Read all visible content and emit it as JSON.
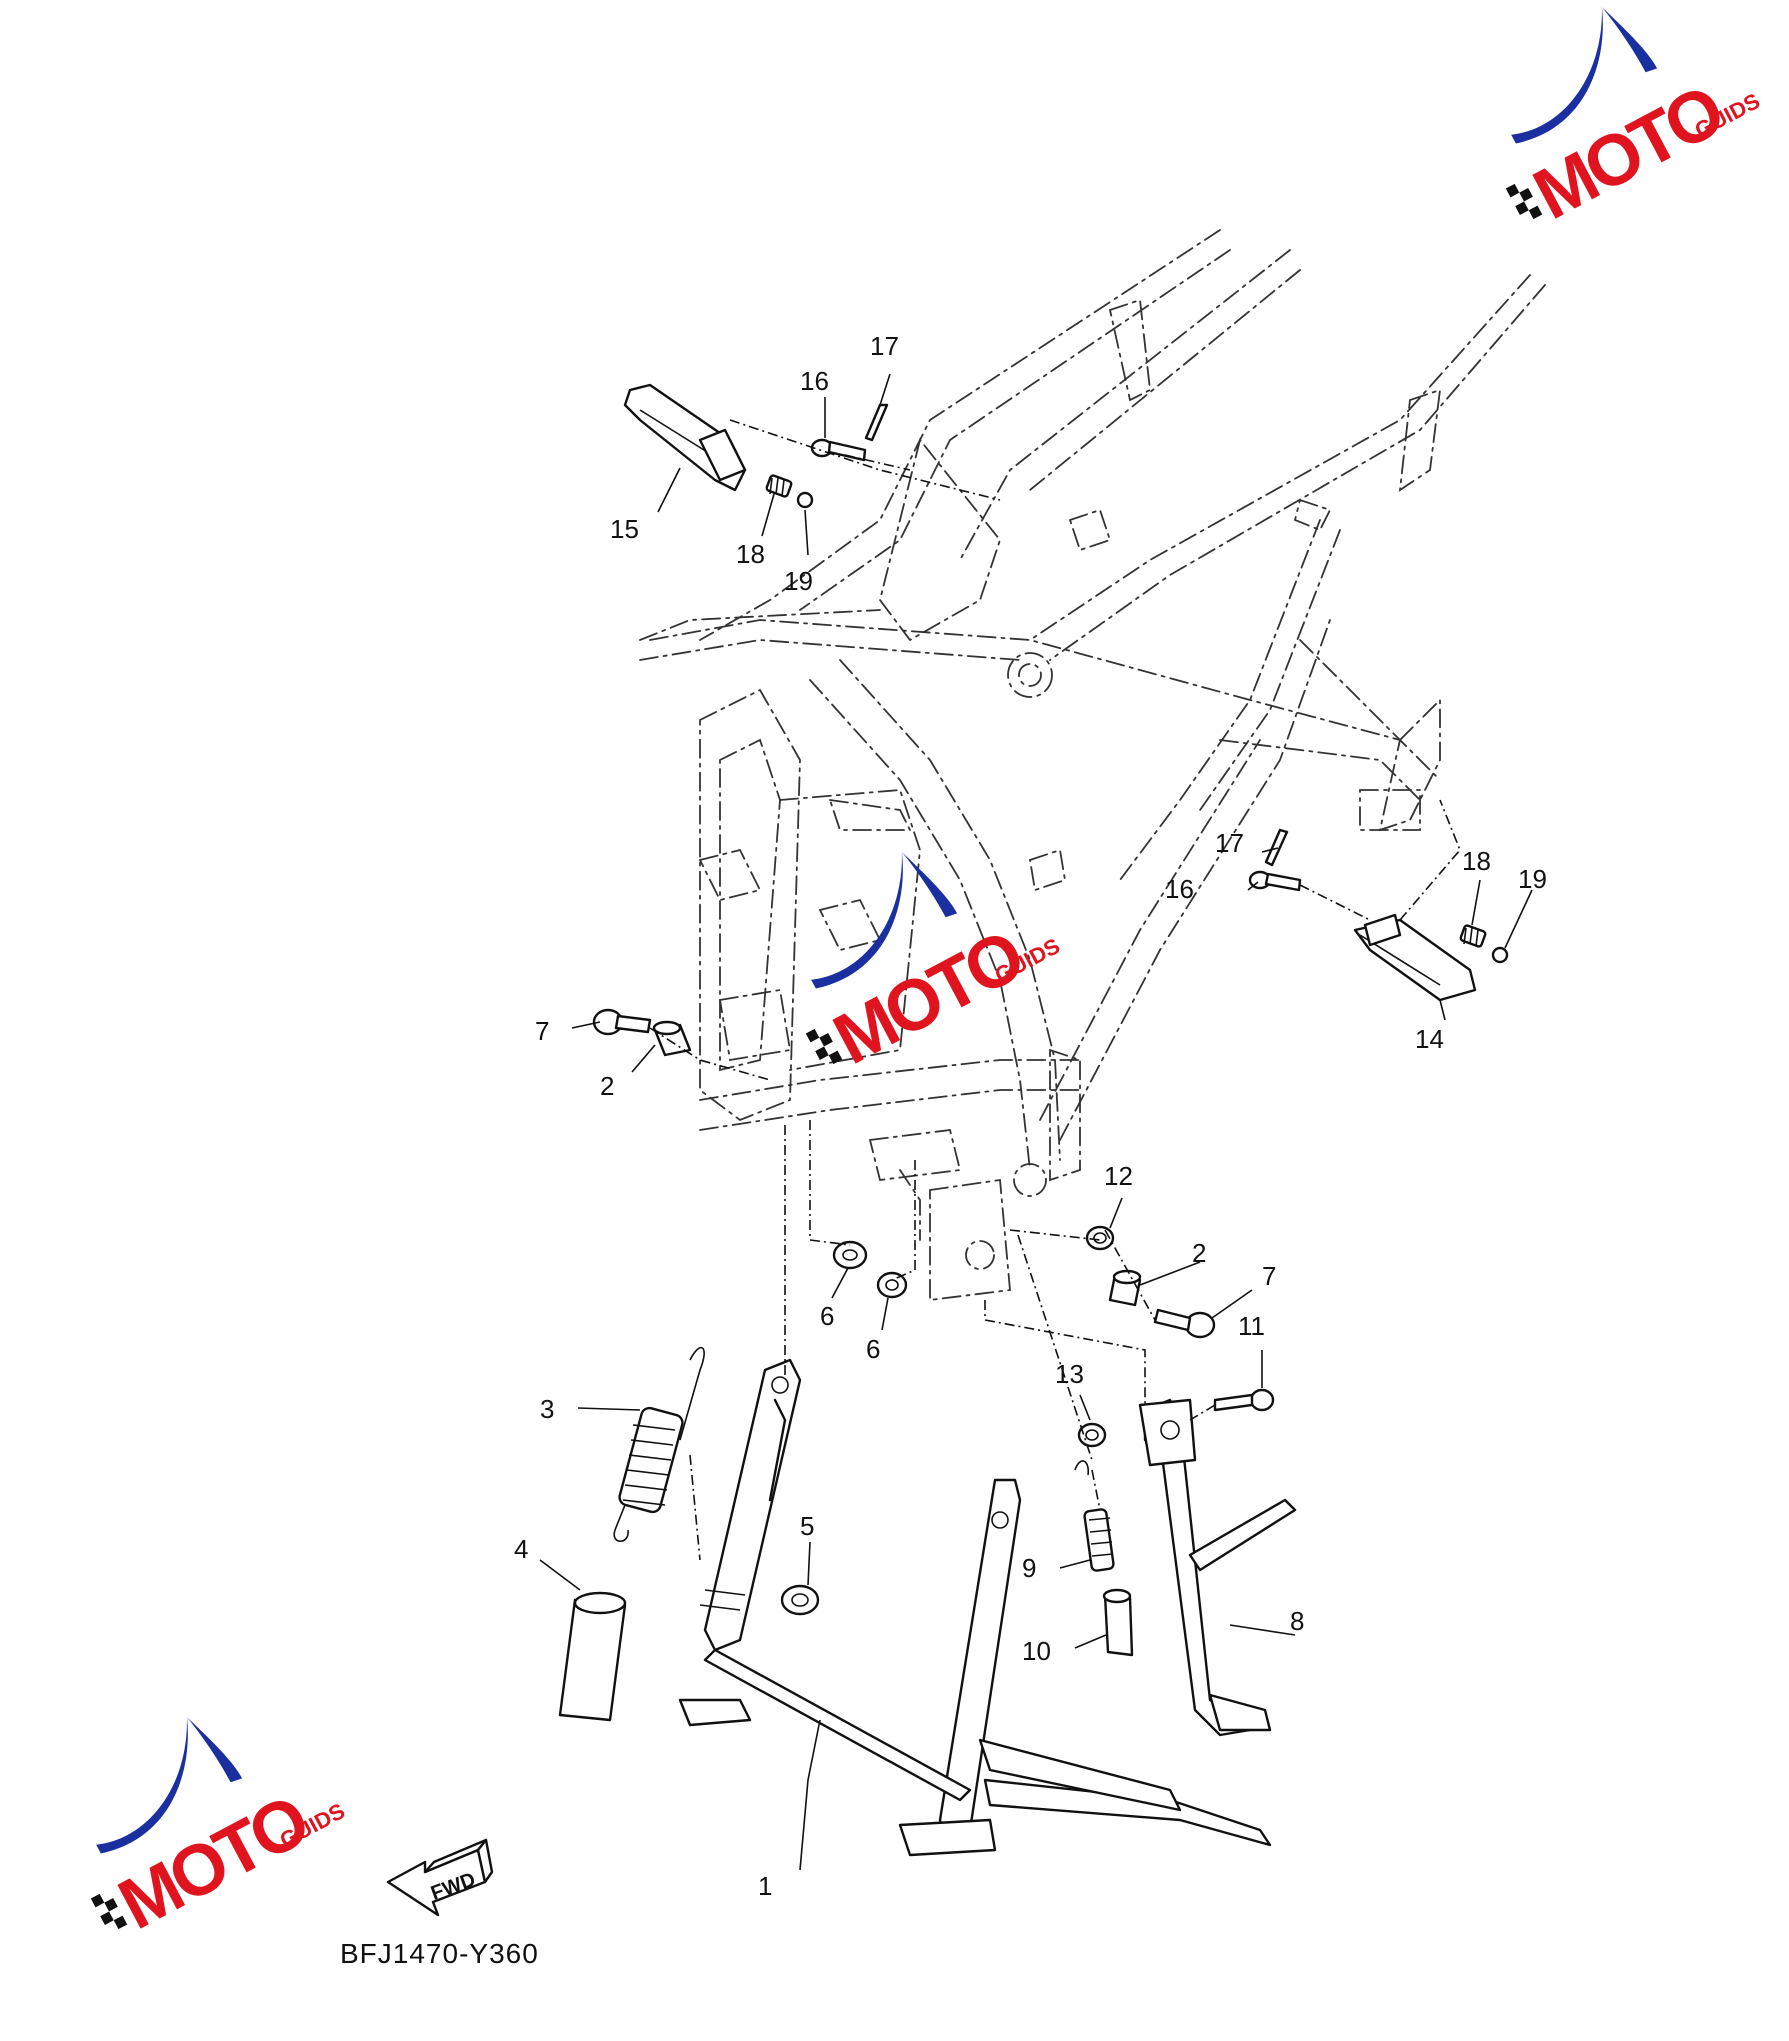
{
  "diagram_code": "BFJ1470-Y360",
  "direction_label": "FWD",
  "watermark": {
    "brand_main": "MOTO",
    "brand_sub": "GUIDS",
    "colors": {
      "arc": "#1a2fa0",
      "letter_red": "#e0141e",
      "letter_black": "#111111",
      "checker": "#111111"
    }
  },
  "callouts": {
    "c1": "1",
    "c2a": "2",
    "c2b": "2",
    "c3": "3",
    "c4": "4",
    "c5": "5",
    "c6a": "6",
    "c6b": "6",
    "c7a": "7",
    "c7b": "7",
    "c8": "8",
    "c9": "9",
    "c10": "10",
    "c11": "11",
    "c12": "12",
    "c13": "13",
    "c14": "14",
    "c15": "15",
    "c16a": "16",
    "c16b": "16",
    "c17a": "17",
    "c17b": "17",
    "c18a": "18",
    "c18b": "18",
    "c19a": "19",
    "c19b": "19"
  }
}
